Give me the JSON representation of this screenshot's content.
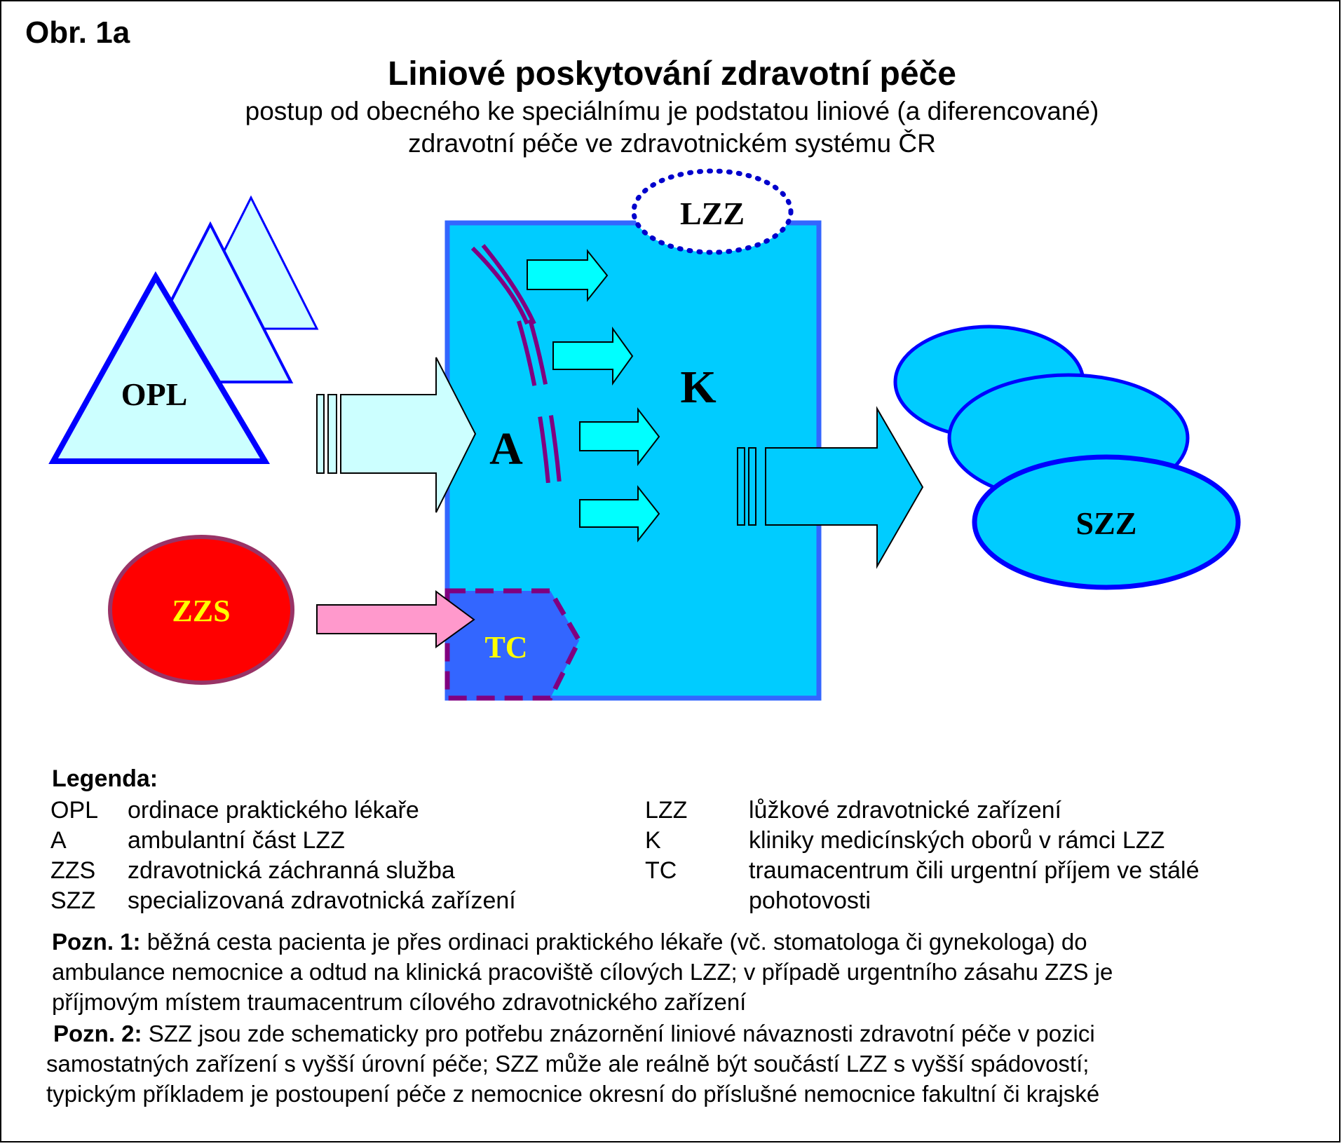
{
  "figure_label": "Obr. 1a",
  "title": "Liniové poskytování zdravotní péče",
  "subtitle_lines": [
    "postup od obecného ke speciálnímu je podstatou liniové (a diferencované)",
    "zdravotní péče ve zdravotnickém systému ČR"
  ],
  "nodes": {
    "opl": "OPL",
    "a": "A",
    "k": "K",
    "lzz": "LZZ",
    "szz": "SZZ",
    "zzs": "ZZS",
    "tc": "TC"
  },
  "colors": {
    "light_cyan": "#ccffff",
    "cyan_box": "#00ccff",
    "border_blue": "#3366ff",
    "triangle_border": "#0000ff",
    "dark_blue": "#0000cc",
    "zzs_red": "#ff0000",
    "zzs_border": "#993366",
    "tc_blue": "#3366ff",
    "tc_dash": "#800080",
    "pink_arrow": "#ff99cc",
    "aqua_arrow": "#00ffff",
    "yellow_text": "#ffff00"
  },
  "legend": {
    "title": "Legenda:",
    "left": [
      {
        "abbr": "OPL",
        "desc": "ordinace praktického lékaře"
      },
      {
        "abbr": "A",
        "desc": "ambulantní část LZZ"
      },
      {
        "abbr": "ZZS",
        "desc": "zdravotnická záchranná služba"
      },
      {
        "abbr": "SZZ",
        "desc": "specializovaná zdravotnická zařízení"
      }
    ],
    "right": [
      {
        "abbr": "LZZ",
        "desc": "lůžkové zdravotnické zařízení"
      },
      {
        "abbr": "K",
        "desc": "kliniky medicínských oborů v rámci LZZ"
      },
      {
        "abbr": "TC",
        "desc": "traumacentrum čili urgentní příjem ve stálé"
      },
      {
        "abbr": "",
        "desc": "pohotovosti"
      }
    ]
  },
  "notes": [
    {
      "label": "Pozn. 1:",
      "lines": [
        "běžná cesta pacienta je přes ordinaci praktického lékaře (vč. stomatologa či gynekologa) do",
        "ambulance nemocnice a odtud na klinická pracoviště cílových LZZ; v případě urgentního zásahu ZZS je",
        "příjmovým místem traumacentrum cílového zdravotnického zařízení"
      ]
    },
    {
      "label": "Pozn. 2:",
      "lines": [
        "SZZ jsou zde schematicky pro potřebu znázornění liniové návaznosti zdravotní péče v pozici",
        "samostatných zařízení s vyšší úrovní péče; SZZ může ale reálně být součástí LZZ s vyšší spádovostí;",
        "typickým příkladem je postoupení  péče z nemocnice okresní do příslušné nemocnice fakultní či krajské"
      ]
    }
  ]
}
